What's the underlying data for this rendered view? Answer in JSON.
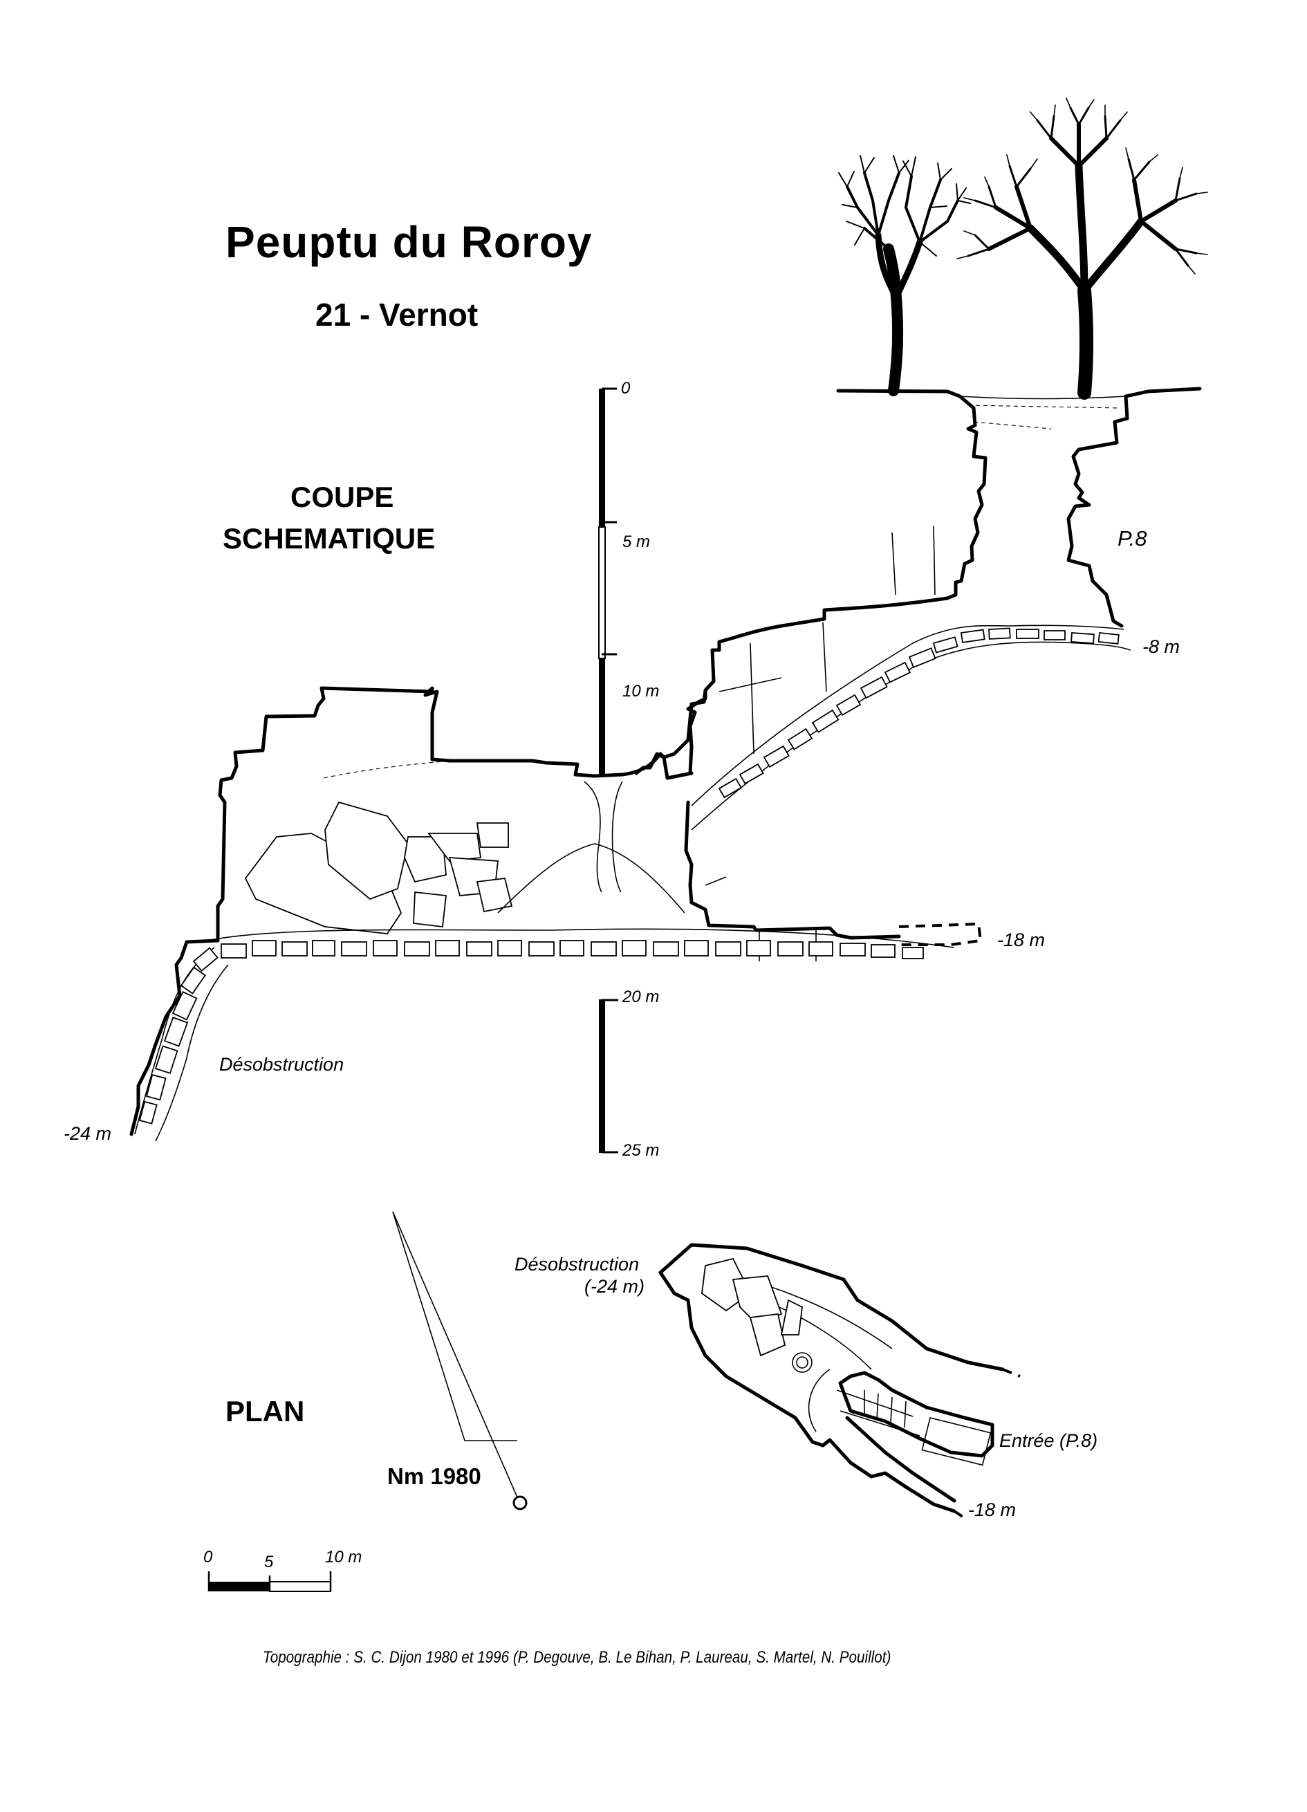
{
  "header": {
    "title": "Peuptu du Roroy",
    "subtitle": "21 - Vernot"
  },
  "section_view": {
    "heading_line1": "COUPE",
    "heading_line2": "SCHEMATIQUE",
    "vertical_scale": {
      "ticks": [
        "0",
        "5 m",
        "10 m",
        "20 m",
        "25 m"
      ]
    },
    "labels": {
      "shaft": "P.8",
      "depth_shaft_bottom": "-8 m",
      "depth_gallery": "-18 m",
      "depth_bottom": "-24 m",
      "excavation": "Désobstruction"
    }
  },
  "plan_view": {
    "heading": "PLAN",
    "north_label": "Nm 1980",
    "labels": {
      "excavation_line1": "Désobstruction",
      "excavation_line2": "(-24 m)",
      "entrance": "Entrée (P.8)",
      "depth_gallery": "-18 m"
    },
    "horizontal_scale": {
      "ticks": [
        "0",
        "5",
        "10 m"
      ]
    }
  },
  "footer": {
    "credit": "Topographie : S. C. Dijon 1980 et 1996 (P. Degouve, B. Le Bihan, P. Laureau, S. Martel, N. Pouillot)"
  }
}
